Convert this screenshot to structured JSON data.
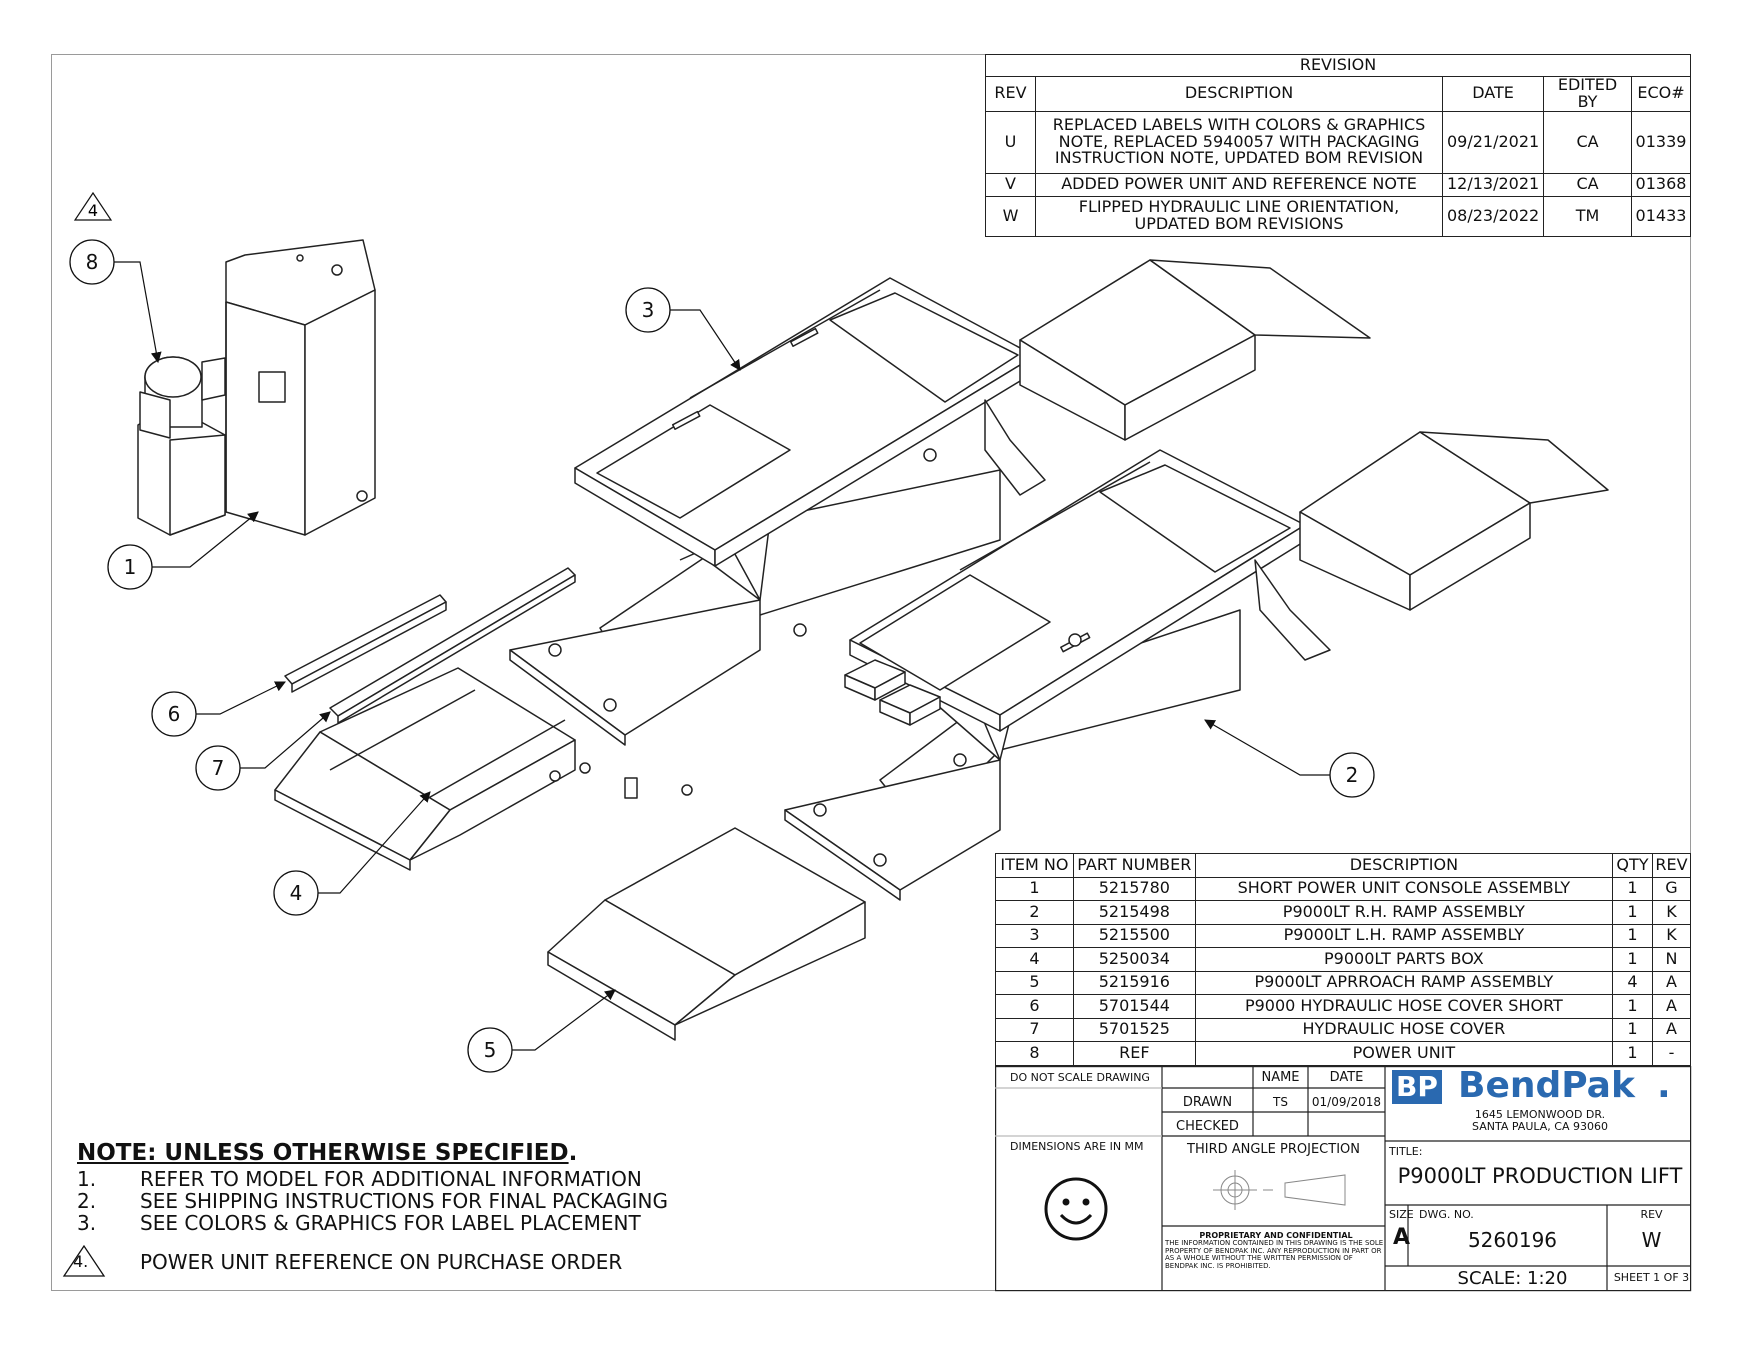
{
  "revision": {
    "title": "REVISION",
    "headers": [
      "REV",
      "DESCRIPTION",
      "DATE",
      "EDITED BY",
      "ECO#"
    ],
    "rows": [
      {
        "rev": "U",
        "description": "REPLACED LABELS WITH COLORS & GRAPHICS NOTE, REPLACED 5940057 WITH PACKAGING INSTRUCTION NOTE, UPDATED BOM REVISION",
        "date": "09/21/2021",
        "edited_by": "CA",
        "eco": "01339"
      },
      {
        "rev": "V",
        "description": "ADDED POWER UNIT AND REFERENCE NOTE",
        "date": "12/13/2021",
        "edited_by": "CA",
        "eco": "01368"
      },
      {
        "rev": "W",
        "description": "FLIPPED HYDRAULIC LINE ORIENTATION, UPDATED BOM REVISIONS",
        "date": "08/23/2022",
        "edited_by": "TM",
        "eco": "01433"
      }
    ]
  },
  "bom": {
    "headers": [
      "ITEM NO",
      "PART NUMBER",
      "DESCRIPTION",
      "QTY",
      "REV"
    ],
    "rows": [
      {
        "item": "1",
        "part": "5215780",
        "description": "SHORT POWER UNIT CONSOLE ASSEMBLY",
        "qty": "1",
        "rev": "G"
      },
      {
        "item": "2",
        "part": "5215498",
        "description": "P9000LT R.H. RAMP ASSEMBLY",
        "qty": "1",
        "rev": "K"
      },
      {
        "item": "3",
        "part": "5215500",
        "description": "P9000LT L.H. RAMP ASSEMBLY",
        "qty": "1",
        "rev": "K"
      },
      {
        "item": "4",
        "part": "5250034",
        "description": "P9000LT PARTS BOX",
        "qty": "1",
        "rev": "N"
      },
      {
        "item": "5",
        "part": "5215916",
        "description": "P9000LT APRROACH RAMP ASSEMBLY",
        "qty": "4",
        "rev": "A"
      },
      {
        "item": "6",
        "part": "5701544",
        "description": "P9000 HYDRAULIC HOSE COVER SHORT",
        "qty": "1",
        "rev": "A"
      },
      {
        "item": "7",
        "part": "5701525",
        "description": "HYDRAULIC HOSE COVER",
        "qty": "1",
        "rev": "A"
      },
      {
        "item": "8",
        "part": "REF",
        "description": "POWER UNIT",
        "qty": "1",
        "rev": "-"
      }
    ]
  },
  "title_block": {
    "do_not_scale": "DO NOT SCALE DRAWING",
    "name_header": "NAME",
    "date_header": "DATE",
    "drawn_label": "DRAWN",
    "drawn_name": "TS",
    "drawn_date": "01/09/2018",
    "checked_label": "CHECKED",
    "dimensions_note": "DIMENSIONS ARE IN MM",
    "projection_label": "THIRD ANGLE PROJECTION",
    "proprietary_title": "PROPRIETARY AND CONFIDENTIAL",
    "proprietary_text": "THE INFORMATION CONTAINED IN THIS DRAWING IS THE SOLE PROPERTY OF BENDPAK INC. ANY REPRODUCTION IN PART OR AS A WHOLE WITHOUT THE WRITTEN PERMISSION OF BENDPAK INC. IS PROHIBITED.",
    "logo_mark": "BP",
    "logo_name": "BendPak",
    "logo_dot": ".",
    "address_line1": "1645 LEMONWOOD DR.",
    "address_line2": "SANTA PAULA, CA 93060",
    "title_label": "TITLE:",
    "title": "P9000LT PRODUCTION LIFT",
    "size_label": "SIZE",
    "size": "A",
    "dwg_no_label": "DWG. NO.",
    "dwg_no": "5260196",
    "rev_label": "REV",
    "rev": "W",
    "scale": "SCALE: 1:20",
    "sheet": "SHEET 1 OF 3"
  },
  "notes": {
    "heading": "NOTE: UNLESS OTHERWISE SPECIFIED",
    "heading_period": ".",
    "items": [
      {
        "num": "1.",
        "text": "REFER TO MODEL FOR ADDITIONAL INFORMATION"
      },
      {
        "num": "2.",
        "text": "SEE SHIPPING INSTRUCTIONS FOR FINAL PACKAGING"
      },
      {
        "num": "3.",
        "text": "SEE COLORS & GRAPHICS FOR LABEL PLACEMENT"
      },
      {
        "num": "4.",
        "text": "POWER UNIT REFERENCE ON PURCHASE ORDER"
      }
    ]
  },
  "balloons": [
    "1",
    "2",
    "3",
    "4",
    "5",
    "6",
    "7",
    "8"
  ],
  "flag_note": "4"
}
